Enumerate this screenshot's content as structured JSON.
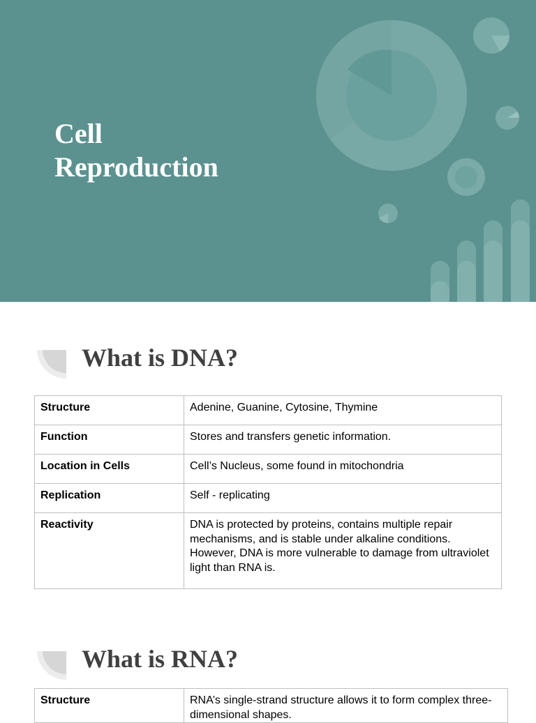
{
  "title_slide": {
    "title_line1": "Cell",
    "title_line2": "Reproduction",
    "background_color": "#5b928f"
  },
  "dna_section": {
    "title": "What is DNA?",
    "rows": [
      {
        "key": "Structure",
        "value": "Adenine, Guanine, Cytosine, Thymine"
      },
      {
        "key": "Function",
        "value": "Stores and transfers genetic information."
      },
      {
        "key": "Location in Cells",
        "value": "Cell’s Nucleus, some found in mitochondria"
      },
      {
        "key": "Replication",
        "value": "Self - replicating"
      },
      {
        "key": "Reactivity",
        "value": "DNA is protected by proteins, contains multiple repair mechanisms, and is stable under alkaline conditions. However, DNA is more vulnerable to damage from ultraviolet light than RNA is."
      }
    ]
  },
  "rna_section": {
    "title": "What is RNA?",
    "rows": [
      {
        "key": "Structure",
        "value": "RNA’s single-strand structure allows it to form complex three-dimensional shapes."
      }
    ]
  }
}
